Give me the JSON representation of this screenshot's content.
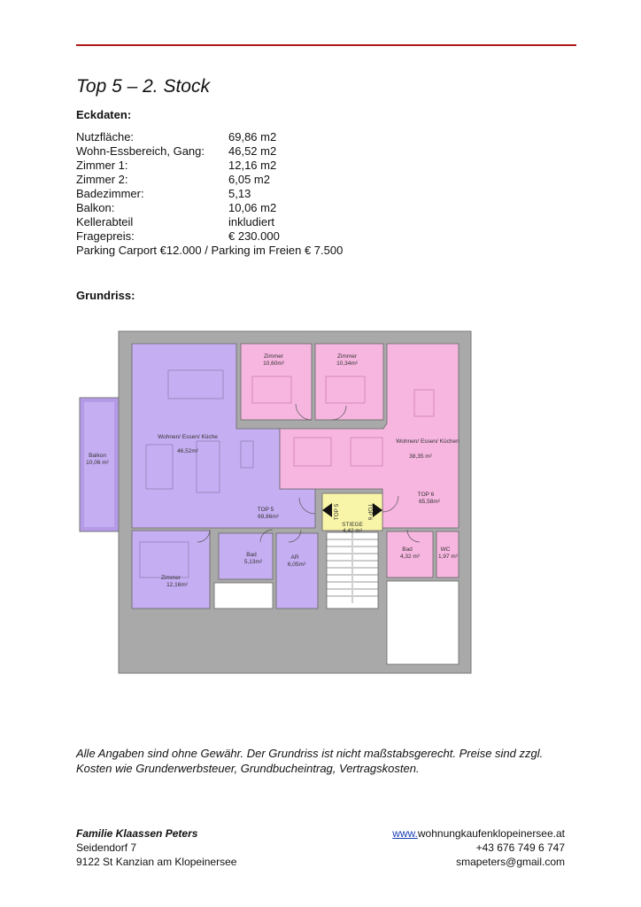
{
  "document": {
    "title": "Top 5 – 2. Stock",
    "eckdaten_heading": "Eckdaten",
    "grundriss_heading": "Grundriss",
    "facts": [
      {
        "label": "Nutzfläche:",
        "value": "69,86 m2"
      },
      {
        "label": "Wohn-Essbereich, Gang:",
        "value": "46,52 m2"
      },
      {
        "label": "Zimmer 1:",
        "value": "12,16 m2"
      },
      {
        "label": "Zimmer 2:",
        "value": "6,05 m2"
      },
      {
        "label": "Badezimmer:",
        "value": "5,13"
      },
      {
        "label": "Balkon:",
        "value": "10,06 m2"
      },
      {
        "label": "Kellerabteil",
        "value": "inkludiert"
      },
      {
        "label": "Fragepreis:",
        "value": "€ 230.000"
      }
    ],
    "parking": "Parking Carport €12.000 / Parking im Freien € 7.500",
    "disclaimer": "Alle Angaben sind ohne Gewähr. Der Grundriss ist nicht maßstabsgerecht. Preise sind zzgl. Kosten wie Grunderwerbsteuer, Grundbucheintrag, Vertragskosten."
  },
  "floorplan": {
    "rooms": {
      "balkon": {
        "name": "Balkon",
        "area": "10,06 m²"
      },
      "wohnen_top5": {
        "name": "Wohnen/ Essen/ Küche",
        "area": "46,52m²"
      },
      "zimmer_a": {
        "name": "Zimmer",
        "area": "10,60m²"
      },
      "zimmer_b": {
        "name": "Zimmer",
        "area": "10,34m²"
      },
      "wohnen_top6": {
        "name": "Wohnen/ Essen/ Küchen",
        "area": "38,35 m²"
      },
      "top5_total": {
        "name": "TOP 5",
        "area": "69,86m²"
      },
      "top6_total": {
        "name": "TOP 6",
        "area": "65,58m²"
      },
      "stiege": {
        "name": "STIEGE",
        "area": "4,42 m²"
      },
      "top5_door": {
        "name": "TOP 5"
      },
      "top6_door": {
        "name": "TOP 6"
      },
      "zimmer_c": {
        "name": "Zimmer",
        "area": "12,16m²"
      },
      "bad_top5": {
        "name": "Bad",
        "area": "5,13m²"
      },
      "ar": {
        "name": "AR",
        "area": "6,05m²"
      },
      "bad_top6": {
        "name": "Bad",
        "area": "4,32 m²"
      },
      "wc": {
        "name": "WC",
        "area": "1,97 m²"
      }
    },
    "colors": {
      "top5": "#c6aef2",
      "top6": "#f7b6e0",
      "stiege": "#f9f5a8",
      "wall": "#a9a9a9"
    }
  },
  "footer": {
    "name": "Familie Klaassen Peters",
    "street": "Seidendorf 7",
    "city": "9122 St Kanzian am Klopeinersee",
    "web_prefix": "www.",
    "web_rest": "wohnungkaufenklopeinersee.at",
    "phone": "+43 676 749 6 747",
    "email": "smapeters@gmail.com"
  }
}
